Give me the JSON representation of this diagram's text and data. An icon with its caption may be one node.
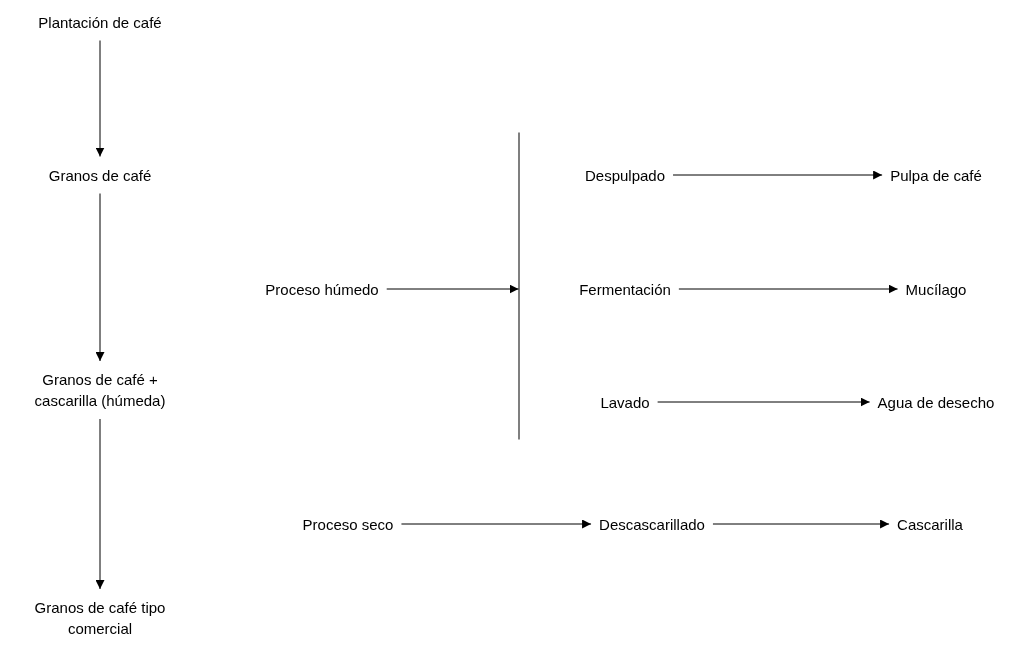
{
  "diagram": {
    "nodes": [
      {
        "text": [
          "Plantación de café"
        ]
      },
      {
        "text": [
          "Granos de café"
        ]
      },
      {
        "text": [
          "Granos de café + cascarilla (húmeda)"
        ]
      },
      {
        "text": [
          "Granos de café tipo comercial"
        ]
      },
      {
        "text": [
          "Proceso húmedo"
        ]
      },
      {
        "text": [],
        "shape": "bar"
      },
      {
        "text": [
          "Despulpado"
        ]
      },
      {
        "text": [
          "Pulpa de café"
        ]
      },
      {
        "text": [
          "Fermentación"
        ]
      },
      {
        "text": [
          "Mucílago"
        ]
      },
      {
        "text": [
          "Lavado"
        ]
      },
      {
        "text": [
          "Agua de desecho"
        ]
      },
      {
        "text": [
          "Proceso seco"
        ]
      },
      {
        "text": [
          "Descascarillado"
        ]
      },
      {
        "text": [
          "Cascarilla"
        ]
      }
    ],
    "edges": [
      {
        "from": 0,
        "to": 1,
        "arrow": "to"
      },
      {
        "from": 1,
        "to": 2,
        "arrow": "to"
      },
      {
        "from": 2,
        "to": 3,
        "arrow": "to"
      },
      {
        "from": 4,
        "to": 5,
        "arrow": "to"
      },
      {
        "from": 6,
        "to": 7,
        "arrow": "to"
      },
      {
        "from": 8,
        "to": 9,
        "arrow": "to"
      },
      {
        "from": 10,
        "to": 11,
        "arrow": "to"
      },
      {
        "from": 12,
        "to": 13,
        "arrow": "to"
      },
      {
        "from": 13,
        "to": 14,
        "arrow": "to"
      }
    ]
  }
}
